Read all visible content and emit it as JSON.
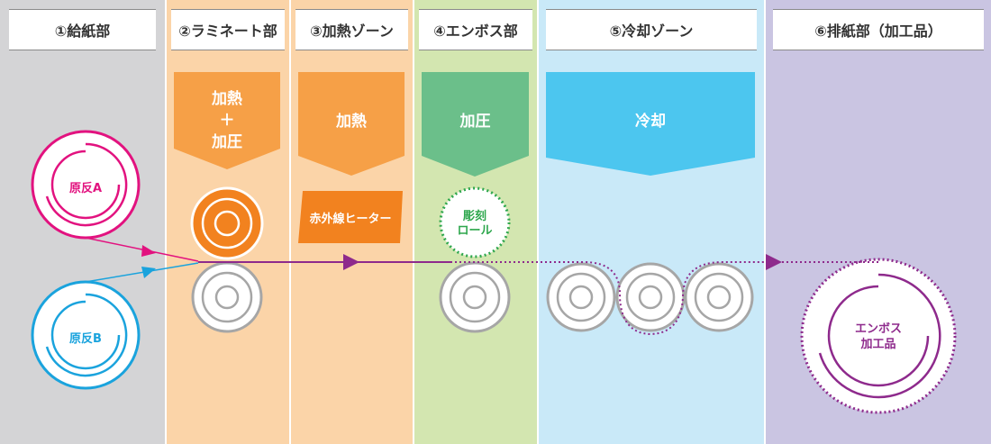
{
  "zones": [
    {
      "title": "①給紙部"
    },
    {
      "title": "②ラミネート部"
    },
    {
      "title": "③加熱ゾーン"
    },
    {
      "title": "④エンボス部"
    },
    {
      "title": "⑤冷却ゾーン"
    },
    {
      "title": "⑥排紙部（加工品）"
    }
  ],
  "process": {
    "laminate": {
      "line1": "加熱",
      "line2": "＋",
      "line3": "加圧"
    },
    "heating": "加熱",
    "pressure": "加圧",
    "cooling": "冷却"
  },
  "heater": "赤外線ヒーター",
  "rolls": {
    "original_a": "原反A",
    "original_b": "原反B",
    "engraved_line1": "彫刻",
    "engraved_line2": "ロール",
    "output_line1": "エンボス",
    "output_line2": "加工品"
  },
  "colors": {
    "zone1": "#d4d4d6",
    "zone2": "#fbd4a8",
    "zone3": "#fbd4a8",
    "zone4": "#d3e6b0",
    "zone5": "#c9e9f8",
    "zone6": "#cac5e2",
    "orange": "#f6a047",
    "orange_dark": "#f2821f",
    "green": "#6bbf8a",
    "cyan": "#4cc6ef",
    "magenta": "#e2127f",
    "blue": "#1aa3dd",
    "purple": "#8e2a8c"
  }
}
